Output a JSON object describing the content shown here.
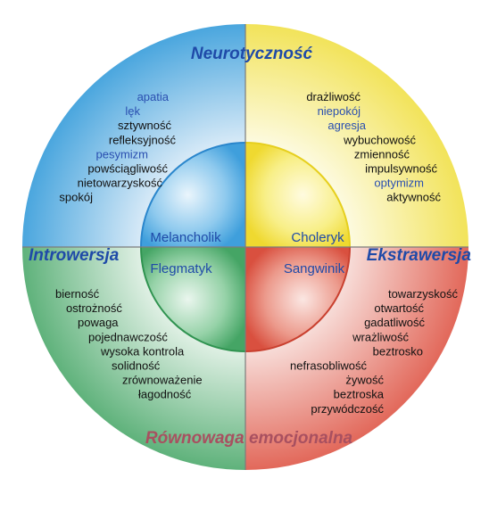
{
  "axes": {
    "top": "Neurotyczność",
    "left": "Introwersja",
    "right": "Ekstrawersja",
    "bottom": "Równowaga emocjonalna"
  },
  "temperaments": {
    "top_left": "Melancholik",
    "top_right": "Choleryk",
    "bottom_left": "Flegmatyk",
    "bottom_right": "Sangwinik"
  },
  "traits": {
    "top_left": [
      {
        "text": "apatia",
        "highlight": true
      },
      {
        "text": "lęk",
        "highlight": true
      },
      {
        "text": "sztywność",
        "highlight": false
      },
      {
        "text": "refleksyjność",
        "highlight": false
      },
      {
        "text": "pesymizm",
        "highlight": true
      },
      {
        "text": "powściągliwość",
        "highlight": false
      },
      {
        "text": "nietowarzyskość",
        "highlight": false
      },
      {
        "text": "spokój",
        "highlight": false
      }
    ],
    "top_right": [
      {
        "text": "drażliwość",
        "highlight": false
      },
      {
        "text": "niepokój",
        "highlight": true
      },
      {
        "text": "agresja",
        "highlight": true
      },
      {
        "text": "wybuchowość",
        "highlight": false
      },
      {
        "text": "zmienność",
        "highlight": false
      },
      {
        "text": "impulsywność",
        "highlight": false
      },
      {
        "text": "optymizm",
        "highlight": true
      },
      {
        "text": "aktywność",
        "highlight": false
      }
    ],
    "bottom_left": [
      {
        "text": "bierność",
        "highlight": false
      },
      {
        "text": "ostrożność",
        "highlight": false
      },
      {
        "text": "powaga",
        "highlight": false
      },
      {
        "text": "pojednawczość",
        "highlight": false
      },
      {
        "text": "wysoka kontrola",
        "highlight": false
      },
      {
        "text": "solidność",
        "highlight": false
      },
      {
        "text": "zrównoważenie",
        "highlight": false
      },
      {
        "text": "łagodność",
        "highlight": false
      }
    ],
    "bottom_right": [
      {
        "text": "towarzyskość",
        "highlight": false
      },
      {
        "text": "otwartość",
        "highlight": false
      },
      {
        "text": "gadatliwość",
        "highlight": false
      },
      {
        "text": "wrażliwość",
        "highlight": false
      },
      {
        "text": "beztrosko",
        "highlight": false
      },
      {
        "text": "nefrasobliwość",
        "highlight": false
      },
      {
        "text": "żywość",
        "highlight": false
      },
      {
        "text": "beztroska",
        "highlight": false
      },
      {
        "text": "przywódczość",
        "highlight": false
      }
    ]
  },
  "colors": {
    "blue": "#5aaee0",
    "yellow": "#f4e860",
    "green": "#63b57f",
    "red": "#e56c5c",
    "axis_blue": "#1f4aa8",
    "axis_red": "#a85060",
    "highlight_text": "#2a4fb0",
    "text": "#111111"
  }
}
